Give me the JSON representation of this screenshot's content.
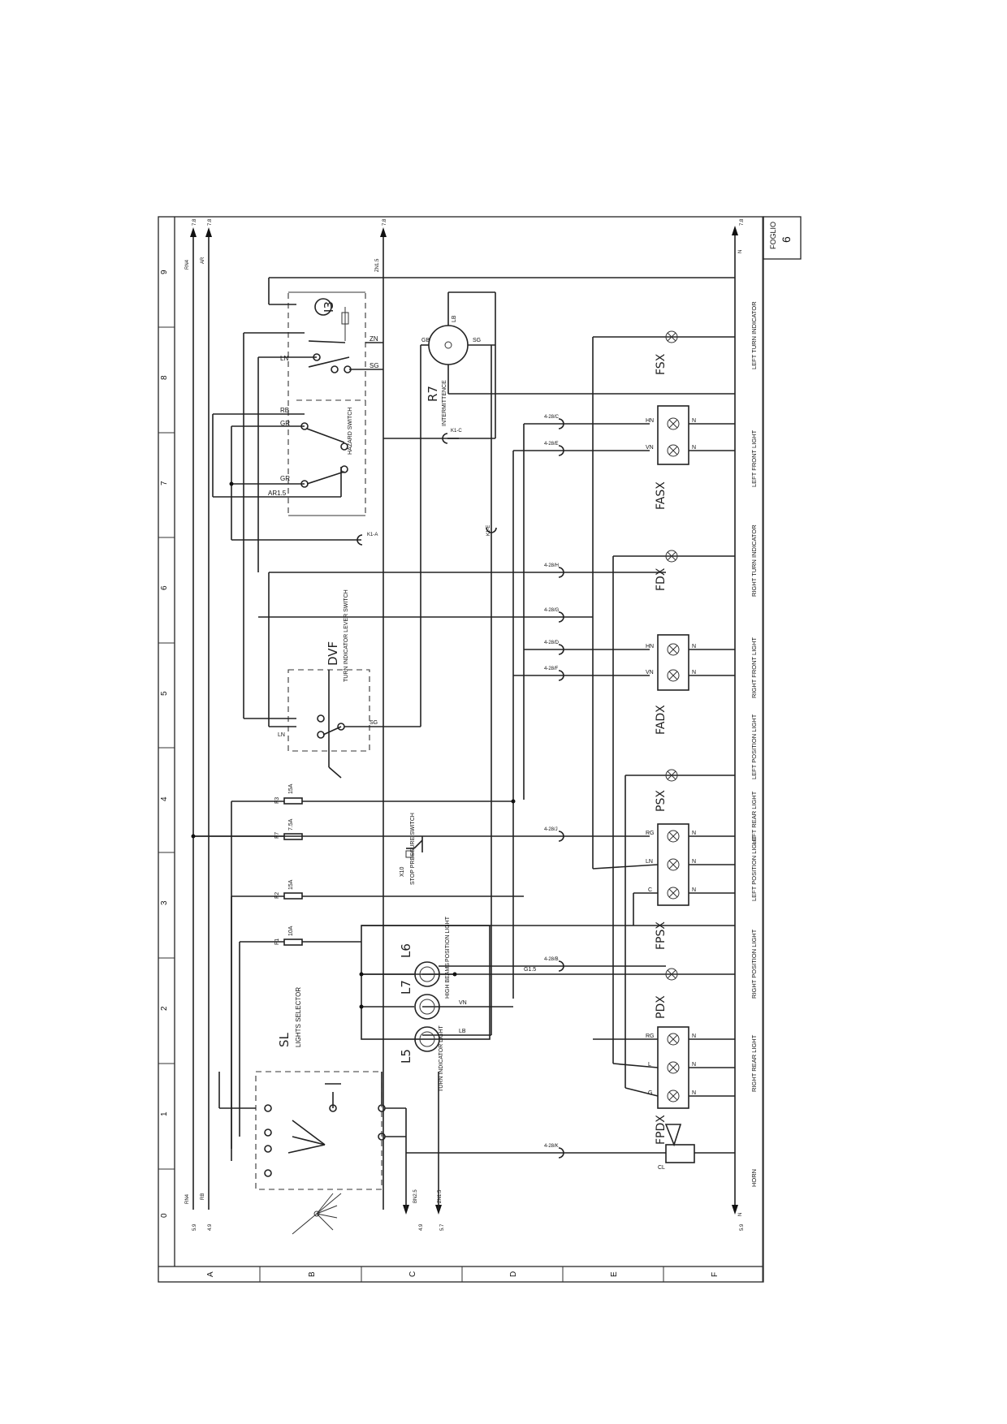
{
  "sheet": {
    "label": "FOGLIO",
    "number": "6",
    "col_numbers": [
      "0",
      "1",
      "2",
      "3",
      "4",
      "5",
      "6",
      "7",
      "8",
      "9"
    ],
    "row_letters": [
      "A",
      "B",
      "C",
      "D",
      "E",
      "F"
    ]
  },
  "rails": {
    "rn4_top": "RN4",
    "ar_top": "AR",
    "zn15_top": "ZN1.5",
    "ref_7_8a": "7.8",
    "ref_7_8b": "7.8",
    "ref_7_8c": "7.8",
    "ref_7_8d": "7.8",
    "rn4_bot": "RN4",
    "rb_bot": "RB",
    "bn25": "BN2.5",
    "zn15_bot": "ZN1.5",
    "ref_5_9a": "5.9",
    "ref_4_9a": "4.9",
    "ref_4_9b": "4.9",
    "ref_5_7": "5.7",
    "ref_5_9b": "5.9",
    "n_top": "N",
    "n_bot": "N"
  },
  "bottom_labels": [
    "HORN",
    "RIGHT REAR LIGHT",
    "RIGHT POSITION LIGHT",
    "LEFT POSITION LIGHT",
    "LEFT REAR LIGHT",
    "LEFT POSITION LIGHT",
    "RIGHT FRONT LIGHT",
    "RIGHT TURN INDICATOR",
    "LEFT FRONT LIGHT",
    "LEFT TURN INDICATOR"
  ],
  "lamps": {
    "fsx": "FSX",
    "fasx": "FASX",
    "fdx": "FDX",
    "fadx": "FADX",
    "psx": "PSX",
    "fpsx": "FPSX",
    "pdx": "PDX",
    "fpdx": "FPDX"
  },
  "wires": {
    "hn": "HN",
    "vn": "VN",
    "rg": "RG",
    "ln": "LN",
    "c": "C",
    "l": "L",
    "g": "G",
    "n": "N",
    "g15": "G1.5",
    "zn": "ZN",
    "sg": "SG",
    "gb": "GB",
    "lb": "LB",
    "rb": "RB",
    "gr": "GR",
    "ar15": "AR1.5"
  },
  "connectors": [
    "4-28/C",
    "4-28/E",
    "4-28/H",
    "4-28/G",
    "4-28/D",
    "4-28/F",
    "4-28/J",
    "4-28/B",
    "4-28/K"
  ],
  "components": {
    "i3": "I3",
    "r7": "R7",
    "r7_desc": "INTERMITTENCE",
    "hazard": "HAZARD SWITCH",
    "dvf": "DVF",
    "dvf_desc": "TURN INDICATOR LEVER SWITCH",
    "x10": "X10",
    "x10_desc": "STOP PRESSURE SWITCH",
    "sl": "SL",
    "sl_desc": "LIGHTS SELECTOR",
    "l5": "L5",
    "l5_desc": "TURN INDICATOR LIGHT",
    "l6": "L6",
    "l6_desc": "POSITION LIGHT",
    "l7": "L7",
    "l7_desc": "HIGH BEAMS",
    "horn_cl": "CL",
    "k1a": "K1-A",
    "k1c": "K1-C",
    "k1e": "K1-E"
  },
  "fuses": [
    {
      "name": "F3",
      "rating": "15A"
    },
    {
      "name": "F7",
      "rating": "7.5A"
    },
    {
      "name": "F2",
      "rating": "15A"
    },
    {
      "name": "F1",
      "rating": "10A"
    }
  ]
}
